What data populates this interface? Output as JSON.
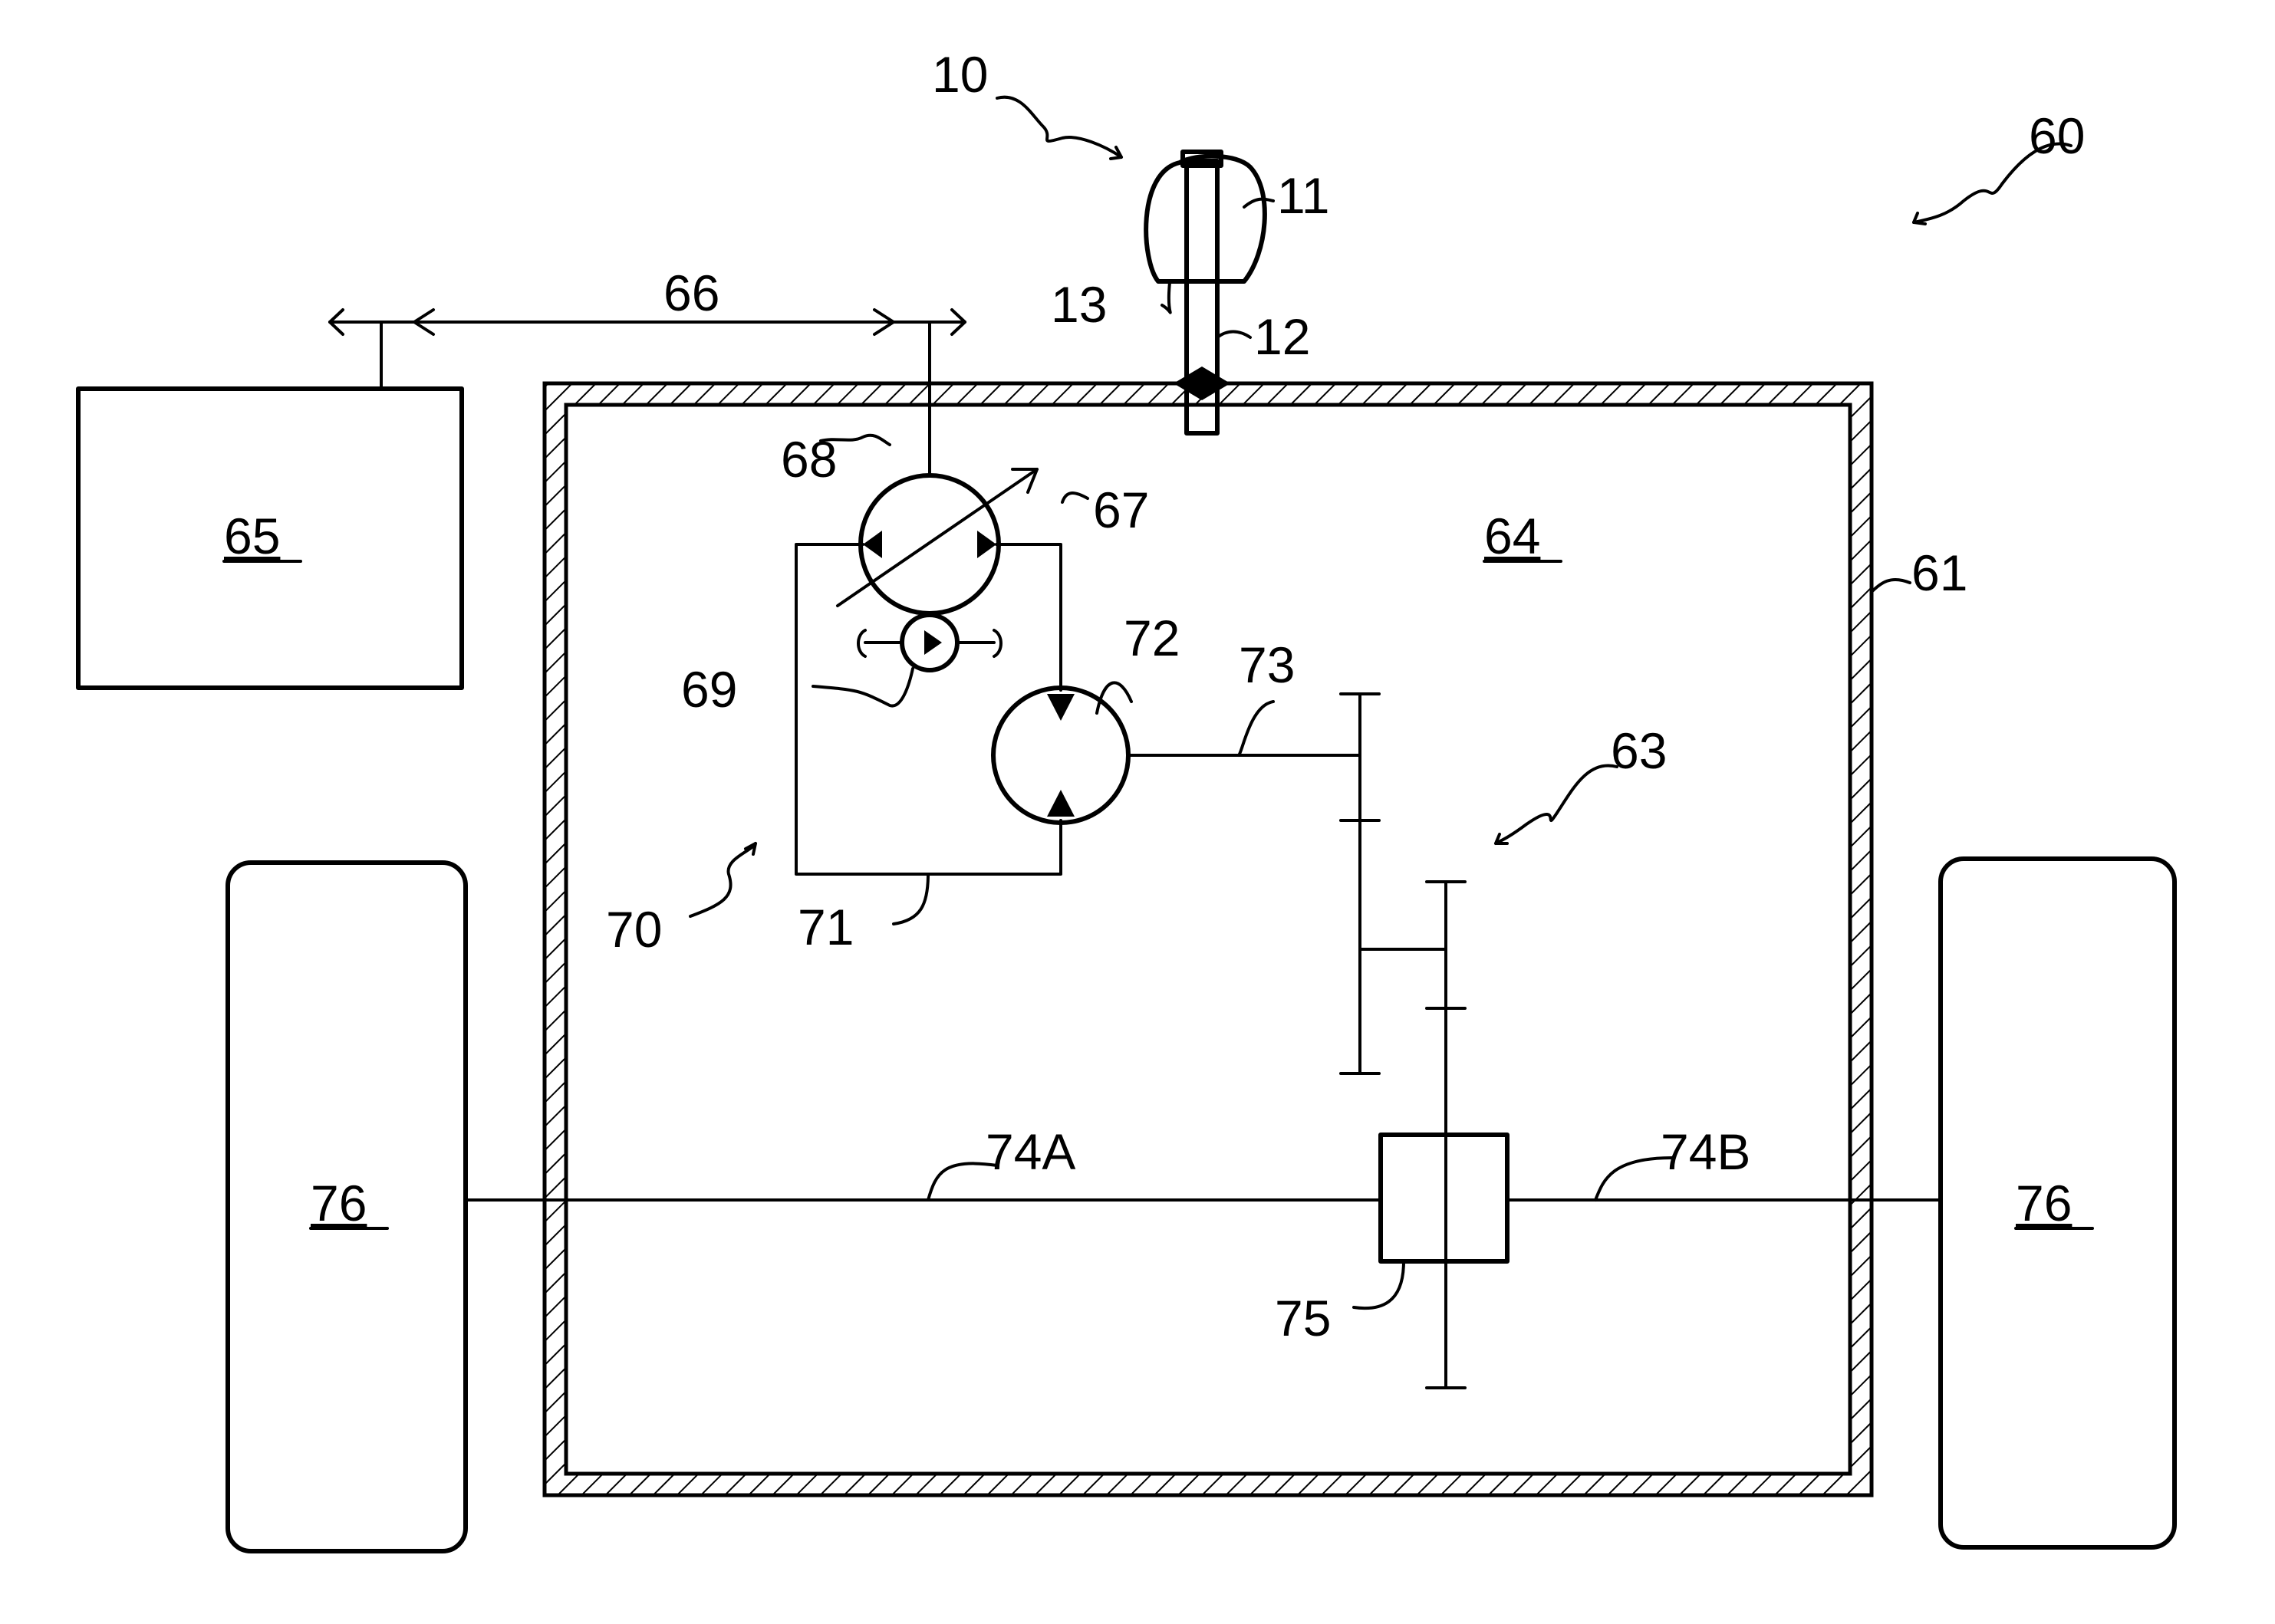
{
  "labels": {
    "device": "10",
    "knob": "11",
    "shaft": "12",
    "collar": "13",
    "vehicle": "60",
    "housing": "61",
    "gearing": "63",
    "chamber": "64",
    "controller": "65",
    "linkage": "66",
    "pump": "67",
    "pump_link": "68",
    "charge_pump": "69",
    "circuit": "70",
    "line": "71",
    "motor": "72",
    "motor_shaft": "73",
    "axle_left": "74A",
    "axle_right": "74B",
    "differential": "75",
    "wheel_left": "76",
    "wheel_right": "76"
  },
  "colors": {
    "ink": "#000000",
    "paper": "#ffffff"
  }
}
